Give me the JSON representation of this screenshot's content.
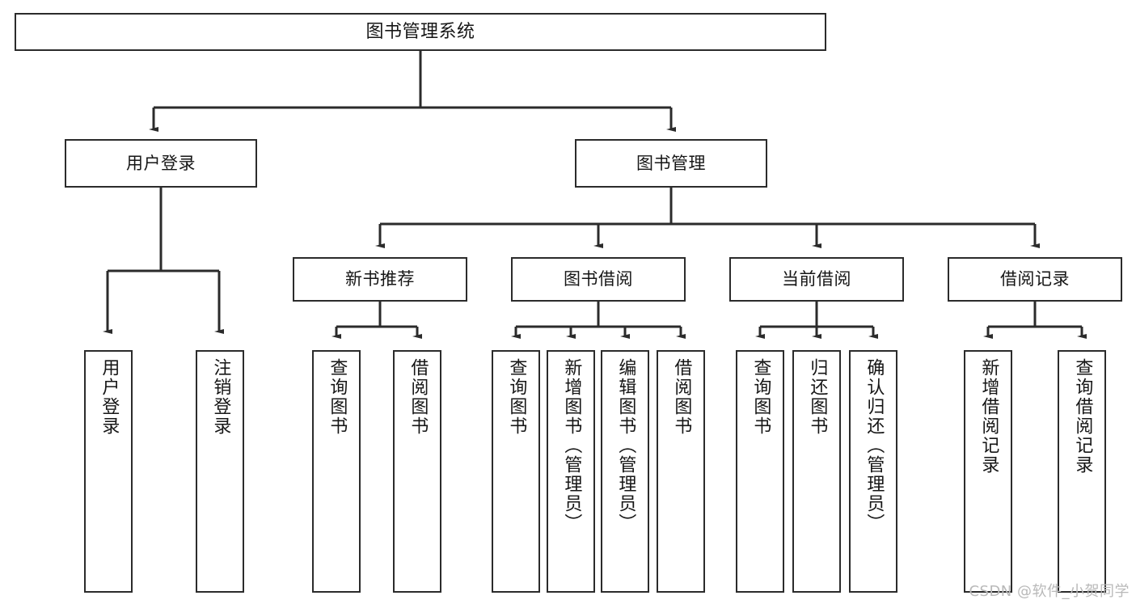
{
  "diagram": {
    "title": "图书管理系统",
    "type": "tree-hierarchy",
    "colors": {
      "background": "#ffffff",
      "box_border": "#2b2b2b",
      "connector": "#2b2b2b",
      "text": "#161616",
      "watermark": "#b9b9b9"
    }
  },
  "watermark": {
    "text": "CSDN @软件_小贺同学"
  },
  "nodes": {
    "root": {
      "label": "图书管理系统"
    },
    "level1": [
      {
        "label": "用户登录"
      },
      {
        "label": "图书管理"
      }
    ],
    "level2": [
      {
        "label": "新书推荐"
      },
      {
        "label": "图书借阅"
      },
      {
        "label": "当前借阅"
      },
      {
        "label": "借阅记录"
      }
    ],
    "leaves": {
      "user_login": [
        {
          "label": "用户登录"
        },
        {
          "label": "注销登录"
        }
      ],
      "new_book_recommend": [
        {
          "label": "查询图书"
        },
        {
          "label": "借阅图书"
        }
      ],
      "book_borrow": [
        {
          "label": "查询图书"
        },
        {
          "label": "新增图书（管理员）"
        },
        {
          "label": "编辑图书（管理员）"
        },
        {
          "label": "借阅图书"
        }
      ],
      "current_borrow": [
        {
          "label": "查询图书"
        },
        {
          "label": "归还图书"
        },
        {
          "label": "确认归还（管理员）"
        }
      ],
      "borrow_record": [
        {
          "label": "新增借阅记录"
        },
        {
          "label": "查询借阅记录"
        }
      ]
    }
  }
}
